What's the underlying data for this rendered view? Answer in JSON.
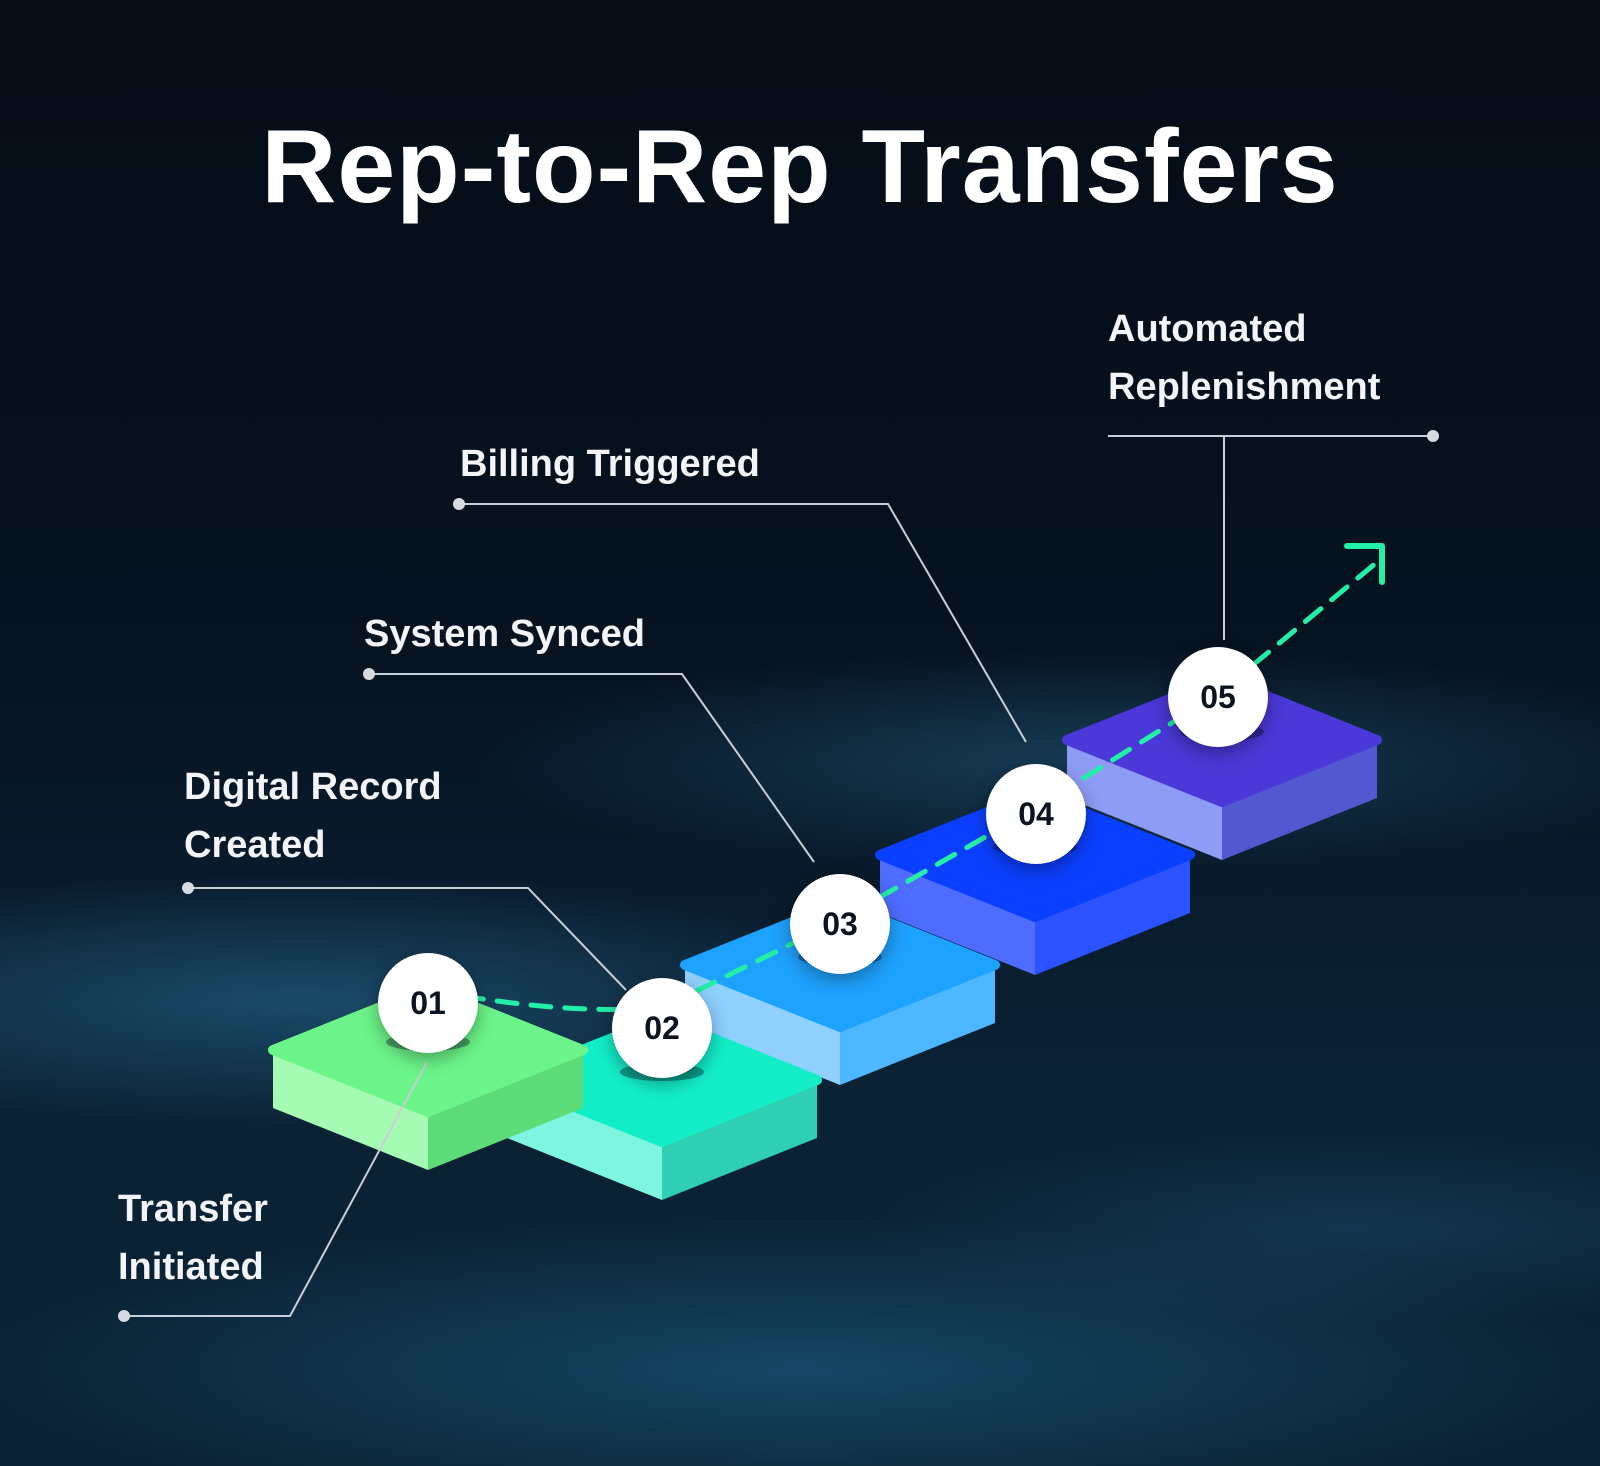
{
  "title": "Rep-to-Rep Transfers",
  "steps": [
    {
      "number": "01",
      "label_lines": [
        "Transfer",
        "Initiated"
      ],
      "colors": {
        "top": "#6cf58a",
        "left": "#a6fbb4",
        "right": "#5edc79"
      }
    },
    {
      "number": "02",
      "label_lines": [
        "Digital Record",
        "Created"
      ],
      "colors": {
        "top": "#13eec9",
        "left": "#7ef6df",
        "right": "#2ecfb2"
      }
    },
    {
      "number": "03",
      "label_lines": [
        "System Synced"
      ],
      "colors": {
        "top": "#1ea2ff",
        "left": "#8fd0ff",
        "right": "#4db7ff"
      }
    },
    {
      "number": "04",
      "label_lines": [
        "Billing Triggered"
      ],
      "colors": {
        "top": "#0b3fff",
        "left": "#4e6dff",
        "right": "#2a52ff"
      }
    },
    {
      "number": "05",
      "label_lines": [
        "Automated",
        "Replenishment"
      ],
      "colors": {
        "top": "#4a38d8",
        "left": "#8f9cf5",
        "right": "#5458d0"
      }
    }
  ],
  "colors": {
    "path": "#22f0a6",
    "connector": "#c9cfd6",
    "background": "#050b14"
  }
}
